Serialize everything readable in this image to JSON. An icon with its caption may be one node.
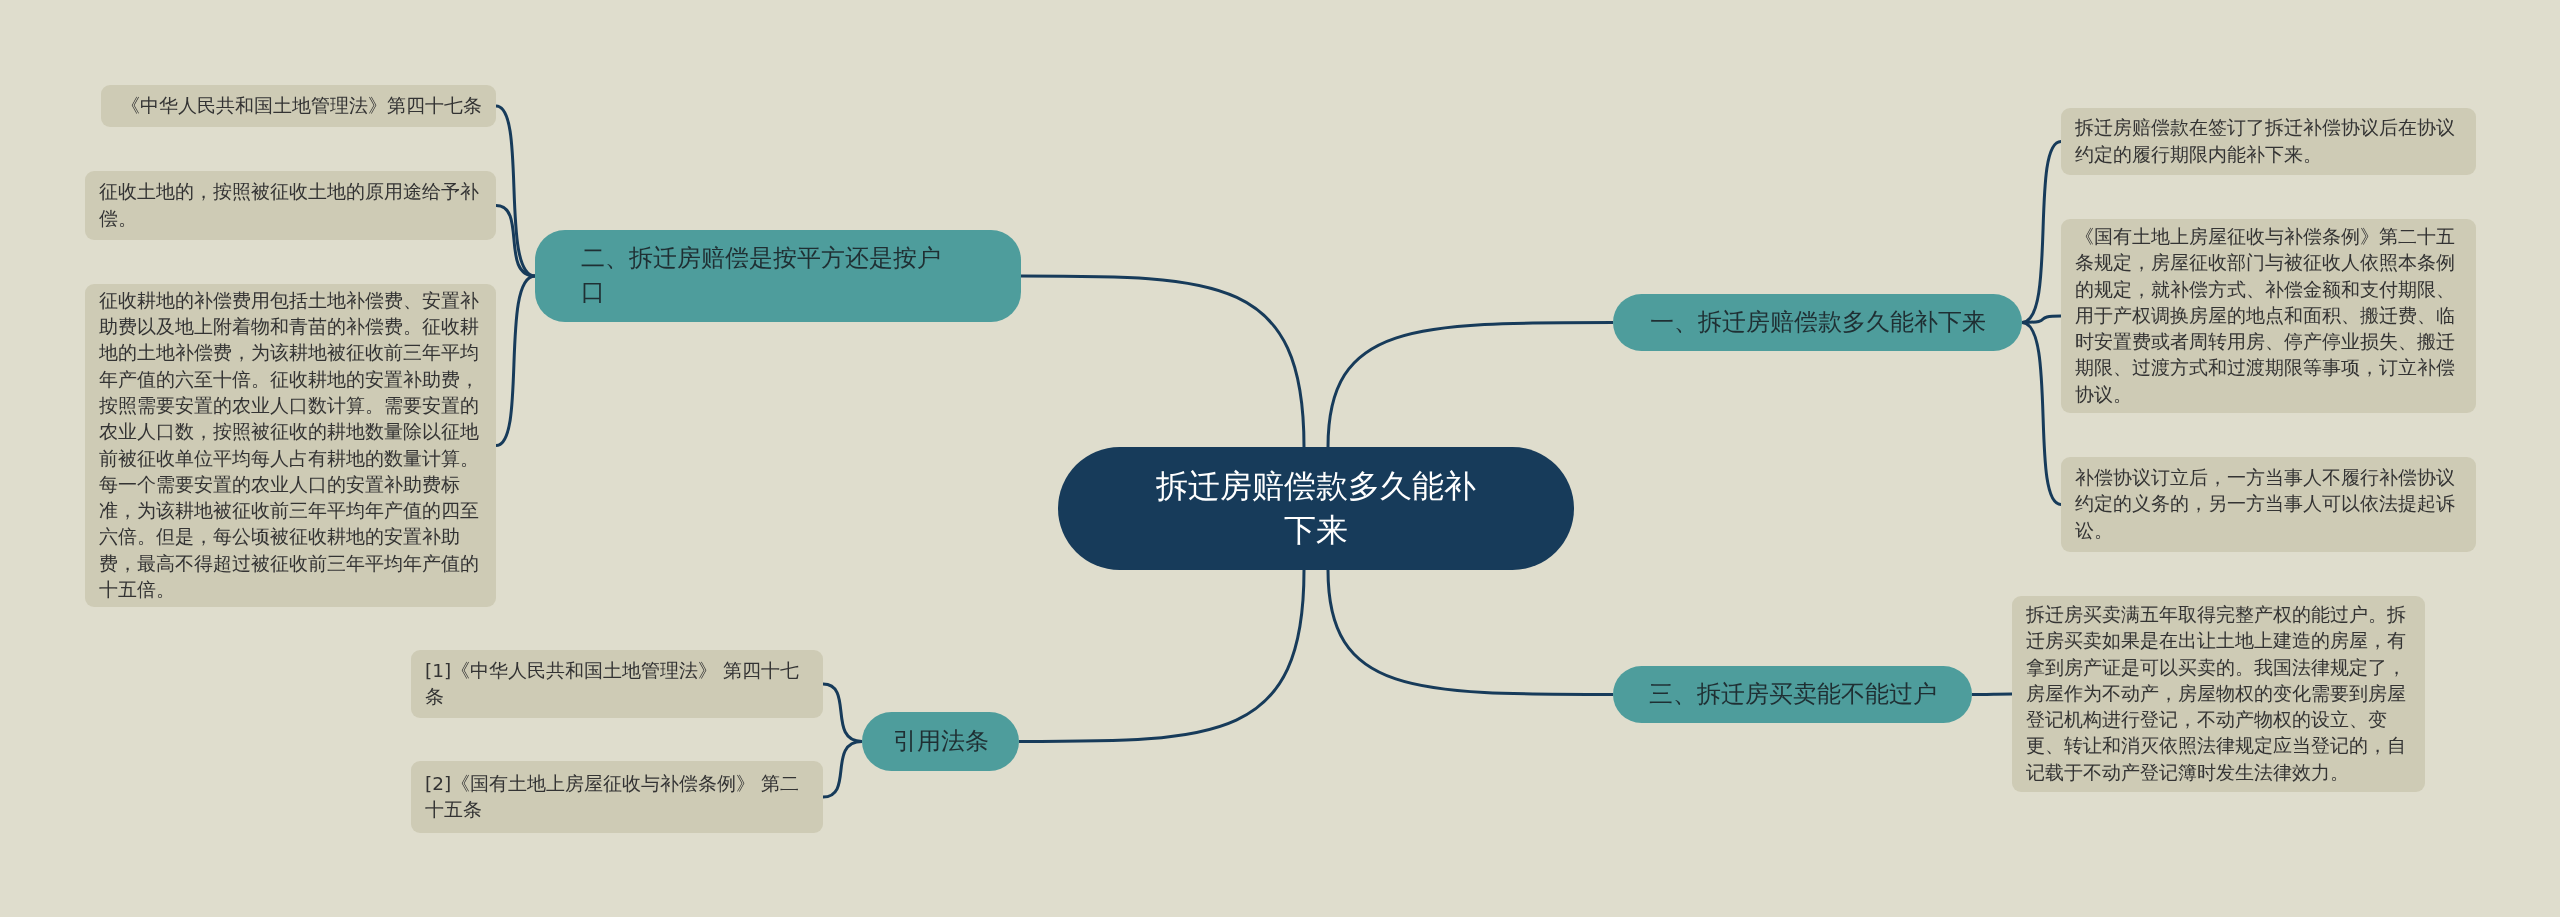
{
  "diagram": {
    "nodes": [
      {
        "text": [
          "拆迁房赔偿款多久能补下来"
        ]
      },
      {
        "text": [
          "一、拆迁房赔偿款多久能补下来"
        ]
      },
      {
        "text": [
          "拆迁房赔偿款在签订了拆迁补偿协议后在协议约定的履行期限内能补下来。"
        ]
      },
      {
        "text": [
          "《国有土地上房屋征收与补偿条例》第二十五条规定，房屋征收部门与被征收人依照本条例的规定，就补偿方式、补偿金额和支付期限、用于产权调换房屋的地点和面积、搬迁费、临时安置费或者周转用房、停产停业损失、搬迁期限、过渡方式和过渡期限等事项，订立补偿协议。"
        ]
      },
      {
        "text": [
          "补偿协议订立后，一方当事人不履行补偿协议约定的义务的，另一方当事人可以依法提起诉讼。"
        ]
      },
      {
        "text": [
          "二、拆迁房赔偿是按平方还是按户口"
        ]
      },
      {
        "text": [
          "《中华人民共和国土地管理法》第四十七条"
        ]
      },
      {
        "text": [
          "征收土地的，按照被征收土地的原用途给予补偿。"
        ]
      },
      {
        "text": [
          "征收耕地的补偿费用包括土地补偿费、安置补助费以及地上附着物和青苗的补偿费。征收耕地的土地补偿费，为该耕地被征收前三年平均年产值的六至十倍。征收耕地的安置补助费，按照需要安置的农业人口数计算。需要安置的农业人口数，按照被征收的耕地数量除以征地前被征收单位平均每人占有耕地的数量计算。每一个需要安置的农业人口的安置补助费标准，为该耕地被征收前三年平均年产值的四至六倍。但是，每公顷被征收耕地的安置补助费，最高不得超过被征收前三年平均年产值的十五倍。"
        ]
      },
      {
        "text": [
          "三、拆迁房买卖能不能过户"
        ]
      },
      {
        "text": [
          "拆迁房买卖满五年取得完整产权的能过户。拆迁房买卖如果是在出让土地上建造的房屋，有拿到房产证是可以买卖的。我国法律规定了，房屋作为不动产，房屋物权的变化需要到房屋登记机构进行登记，不动产物权的设立、变更、转让和消灭依照法律规定应当登记的，自记载于不动产登记簿时发生法律效力。"
        ]
      },
      {
        "text": [
          "引用法条"
        ]
      },
      {
        "text": [
          "[1]《中华人民共和国土地管理法》 第四十七条"
        ]
      },
      {
        "text": [
          "[2]《国有土地上房屋征收与补偿条例》 第二十五条"
        ]
      }
    ],
    "edges": [
      {
        "from": 0,
        "to": 1,
        "arrow": "none"
      },
      {
        "from": 1,
        "to": 2,
        "arrow": "none"
      },
      {
        "from": 1,
        "to": 3,
        "arrow": "none"
      },
      {
        "from": 1,
        "to": 4,
        "arrow": "none"
      },
      {
        "from": 0,
        "to": 5,
        "arrow": "none"
      },
      {
        "from": 5,
        "to": 6,
        "arrow": "none"
      },
      {
        "from": 5,
        "to": 7,
        "arrow": "none"
      },
      {
        "from": 5,
        "to": 8,
        "arrow": "none"
      },
      {
        "from": 0,
        "to": 9,
        "arrow": "none"
      },
      {
        "from": 9,
        "to": 10,
        "arrow": "none"
      },
      {
        "from": 0,
        "to": 11,
        "arrow": "none"
      },
      {
        "from": 11,
        "to": 12,
        "arrow": "none"
      },
      {
        "from": 11,
        "to": 13,
        "arrow": "none"
      }
    ]
  }
}
